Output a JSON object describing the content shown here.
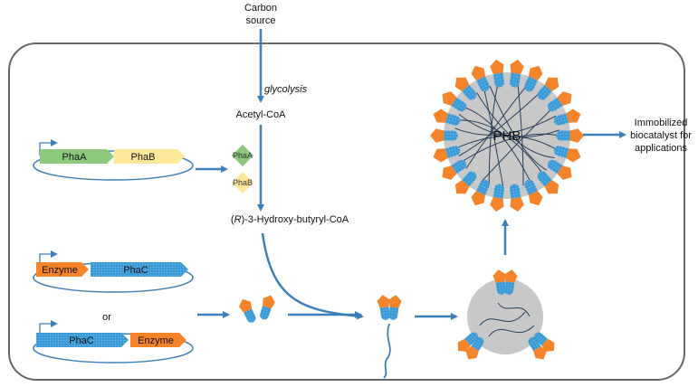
{
  "texts": {
    "carbon_source_line1": "Carbon",
    "carbon_source_line2": "source",
    "glycolysis": "glycolysis",
    "acetyl_coa": "Acetyl-CoA",
    "hydroxybutyryl_italic": "R",
    "hydroxybutyryl_prefix": "(",
    "hydroxybutyryl_rest": ")-3-Hydroxy-butyryl-CoA",
    "or": "or",
    "phb": "PHB",
    "output_line1": "Immobilized",
    "output_line2": "biocatalyst for",
    "output_line3": "applications"
  },
  "genes": {
    "phaA": "PhaA",
    "phaB": "PhaB",
    "enzyme": "Enzyme",
    "phaC": "PhaC"
  },
  "proteins": {
    "phaA": "PhaA",
    "phaB": "PhaB"
  },
  "colors": {
    "pathway_arrow": "#3d7fb8",
    "phaA_green": "#8cc97c",
    "phaB_yellow": "#fde89a",
    "enzyme_orange": "#f5832a",
    "phaC_blue": "#3a9ad6",
    "granule_gray": "#c8c8c8",
    "polymer_line": "#2a3f5a",
    "border": "#666666"
  }
}
